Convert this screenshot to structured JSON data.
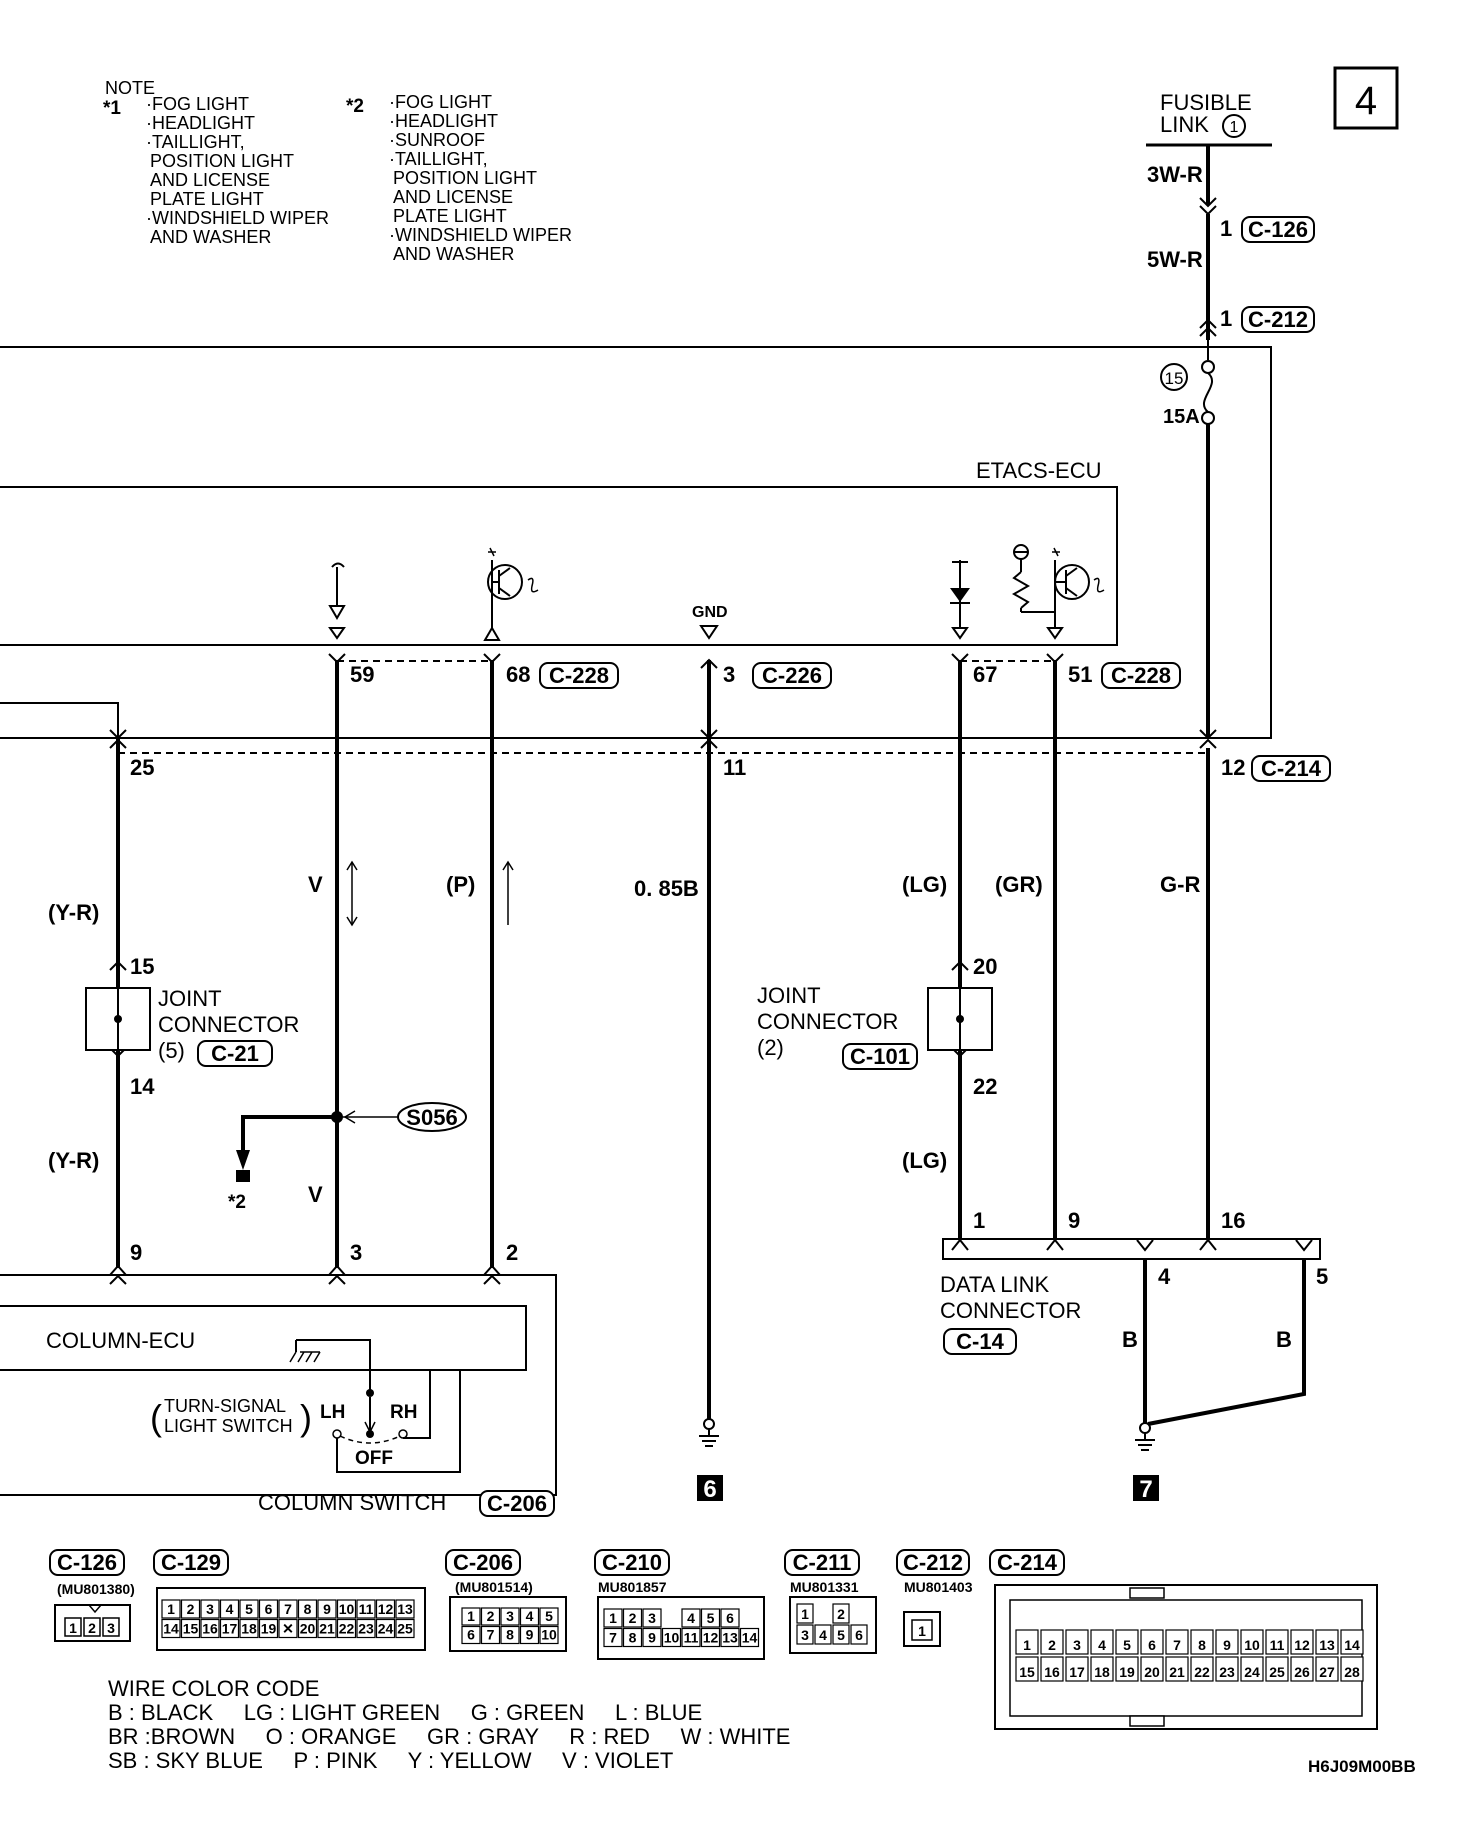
{
  "page_number": "4",
  "notes": {
    "header": "NOTE",
    "star1_mark": "*1",
    "star1_lines": [
      "·FOG LIGHT",
      "·HEADLIGHT",
      "·TAILLIGHT,",
      "POSITION LIGHT",
      "AND LICENSE",
      "PLATE LIGHT",
      "·WINDSHIELD WIPER",
      "AND WASHER"
    ],
    "star2_mark": "*2",
    "star2_lines": [
      "·FOG LIGHT",
      "·HEADLIGHT",
      "·SUNROOF",
      "·TAILLIGHT,",
      "POSITION LIGHT",
      "AND LICENSE",
      "PLATE LIGHT",
      "·WINDSHIELD WIPER",
      "AND WASHER"
    ]
  },
  "fusible_link": {
    "line1": "FUSIBLE",
    "line2": "LINK",
    "number": "1"
  },
  "top_feed": {
    "wire1": "3W-R",
    "pin1": "1",
    "conn1": "C-126",
    "wire2": "5W-R",
    "pin2": "1",
    "conn2": "C-212",
    "fuse_no": "15",
    "fuse_rating": "15A"
  },
  "etacs": {
    "label": "ETACS-ECU",
    "gnd_label": "GND",
    "upper_pins": {
      "p59": "59",
      "p68": "68",
      "conn_a": "C-228",
      "p3": "3",
      "conn_b": "C-226",
      "p67": "67",
      "p51": "51",
      "conn_c": "C-228"
    },
    "lower_pins": {
      "p25": "25",
      "p11": "11",
      "p12": "12",
      "conn": "C-214"
    }
  },
  "wires": {
    "yr": "(Y-R)",
    "v": "V",
    "p": "(P)",
    "b085": "0. 85B",
    "lg": "(LG)",
    "gr": "(GR)",
    "gr_feed": "G-R",
    "b": "B"
  },
  "joint5": {
    "line1": "JOINT",
    "line2": "CONNECTOR",
    "num": "(5)",
    "conn": "C-21",
    "pin_top": "15",
    "pin_bottom": "14"
  },
  "joint2": {
    "line1": "JOINT",
    "line2": "CONNECTOR",
    "num": "(2)",
    "conn": "C-101",
    "pin_top": "20",
    "pin_bottom": "22"
  },
  "splice": {
    "id": "S056",
    "branch": "*2"
  },
  "column_ecu": {
    "label": "COLUMN-ECU",
    "pins": {
      "p9": "9",
      "p3": "3",
      "p2": "2"
    },
    "switch_label_line1": "TURN-SIGNAL",
    "switch_label_line2": "LIGHT SWITCH",
    "lh": "LH",
    "rh": "RH",
    "off": "OFF"
  },
  "column_switch": {
    "label": "COLUMN SWITCH",
    "conn": "C-206"
  },
  "dlc": {
    "line1": "DATA LINK",
    "line2": "CONNECTOR",
    "conn": "C-14",
    "pins": {
      "p1": "1",
      "p9": "9",
      "p16": "16",
      "p4": "4",
      "p5": "5"
    }
  },
  "grounds": {
    "g6": "6",
    "g7": "7"
  },
  "connector_views": [
    {
      "id": "C-126",
      "part": "(MU801380)",
      "rows": [
        [
          "1",
          "2",
          "3"
        ]
      ]
    },
    {
      "id": "C-129",
      "part": "",
      "rows": [
        [
          "1",
          "2",
          "3",
          "4",
          "5",
          "6",
          "7",
          "8",
          "9",
          "10",
          "11",
          "12",
          "13"
        ],
        [
          "14",
          "15",
          "16",
          "17",
          "18",
          "19",
          "X",
          "20",
          "21",
          "22",
          "23",
          "24",
          "25"
        ]
      ]
    },
    {
      "id": "C-206",
      "part": "(MU801514)",
      "rows": [
        [
          "1",
          "2",
          "3",
          "4",
          "5"
        ],
        [
          "6",
          "7",
          "8",
          "9",
          "10"
        ]
      ]
    },
    {
      "id": "C-210",
      "part": "MU801857",
      "rows": [
        [
          "1",
          "2",
          "3",
          "",
          "4",
          "5",
          "6"
        ],
        [
          "7",
          "8",
          "9",
          "10",
          "11",
          "12",
          "13",
          "14"
        ]
      ]
    },
    {
      "id": "C-211",
      "part": "MU801331",
      "rows": [
        [
          "1",
          "",
          "2"
        ],
        [
          "3",
          "4",
          "5",
          "6"
        ]
      ]
    },
    {
      "id": "C-212",
      "part": "MU801403",
      "rows": [
        [
          "1"
        ]
      ]
    },
    {
      "id": "C-214",
      "part": "",
      "rows": [
        [
          "1",
          "2",
          "3",
          "4",
          "5",
          "6",
          "7",
          "8",
          "9",
          "10",
          "11",
          "12",
          "13",
          "14"
        ],
        [
          "15",
          "16",
          "17",
          "18",
          "19",
          "20",
          "21",
          "22",
          "23",
          "24",
          "25",
          "26",
          "27",
          "28"
        ]
      ]
    }
  ],
  "color_code": {
    "title": "WIRE COLOR CODE",
    "lines": [
      "B : BLACK     LG : LIGHT GREEN     G : GREEN     L : BLUE",
      "BR :BROWN     O : ORANGE     GR : GRAY     R : RED     W : WHITE",
      "SB : SKY BLUE     P : PINK     Y : YELLOW     V : VIOLET"
    ]
  },
  "figure_code": "H6J09M00BB"
}
